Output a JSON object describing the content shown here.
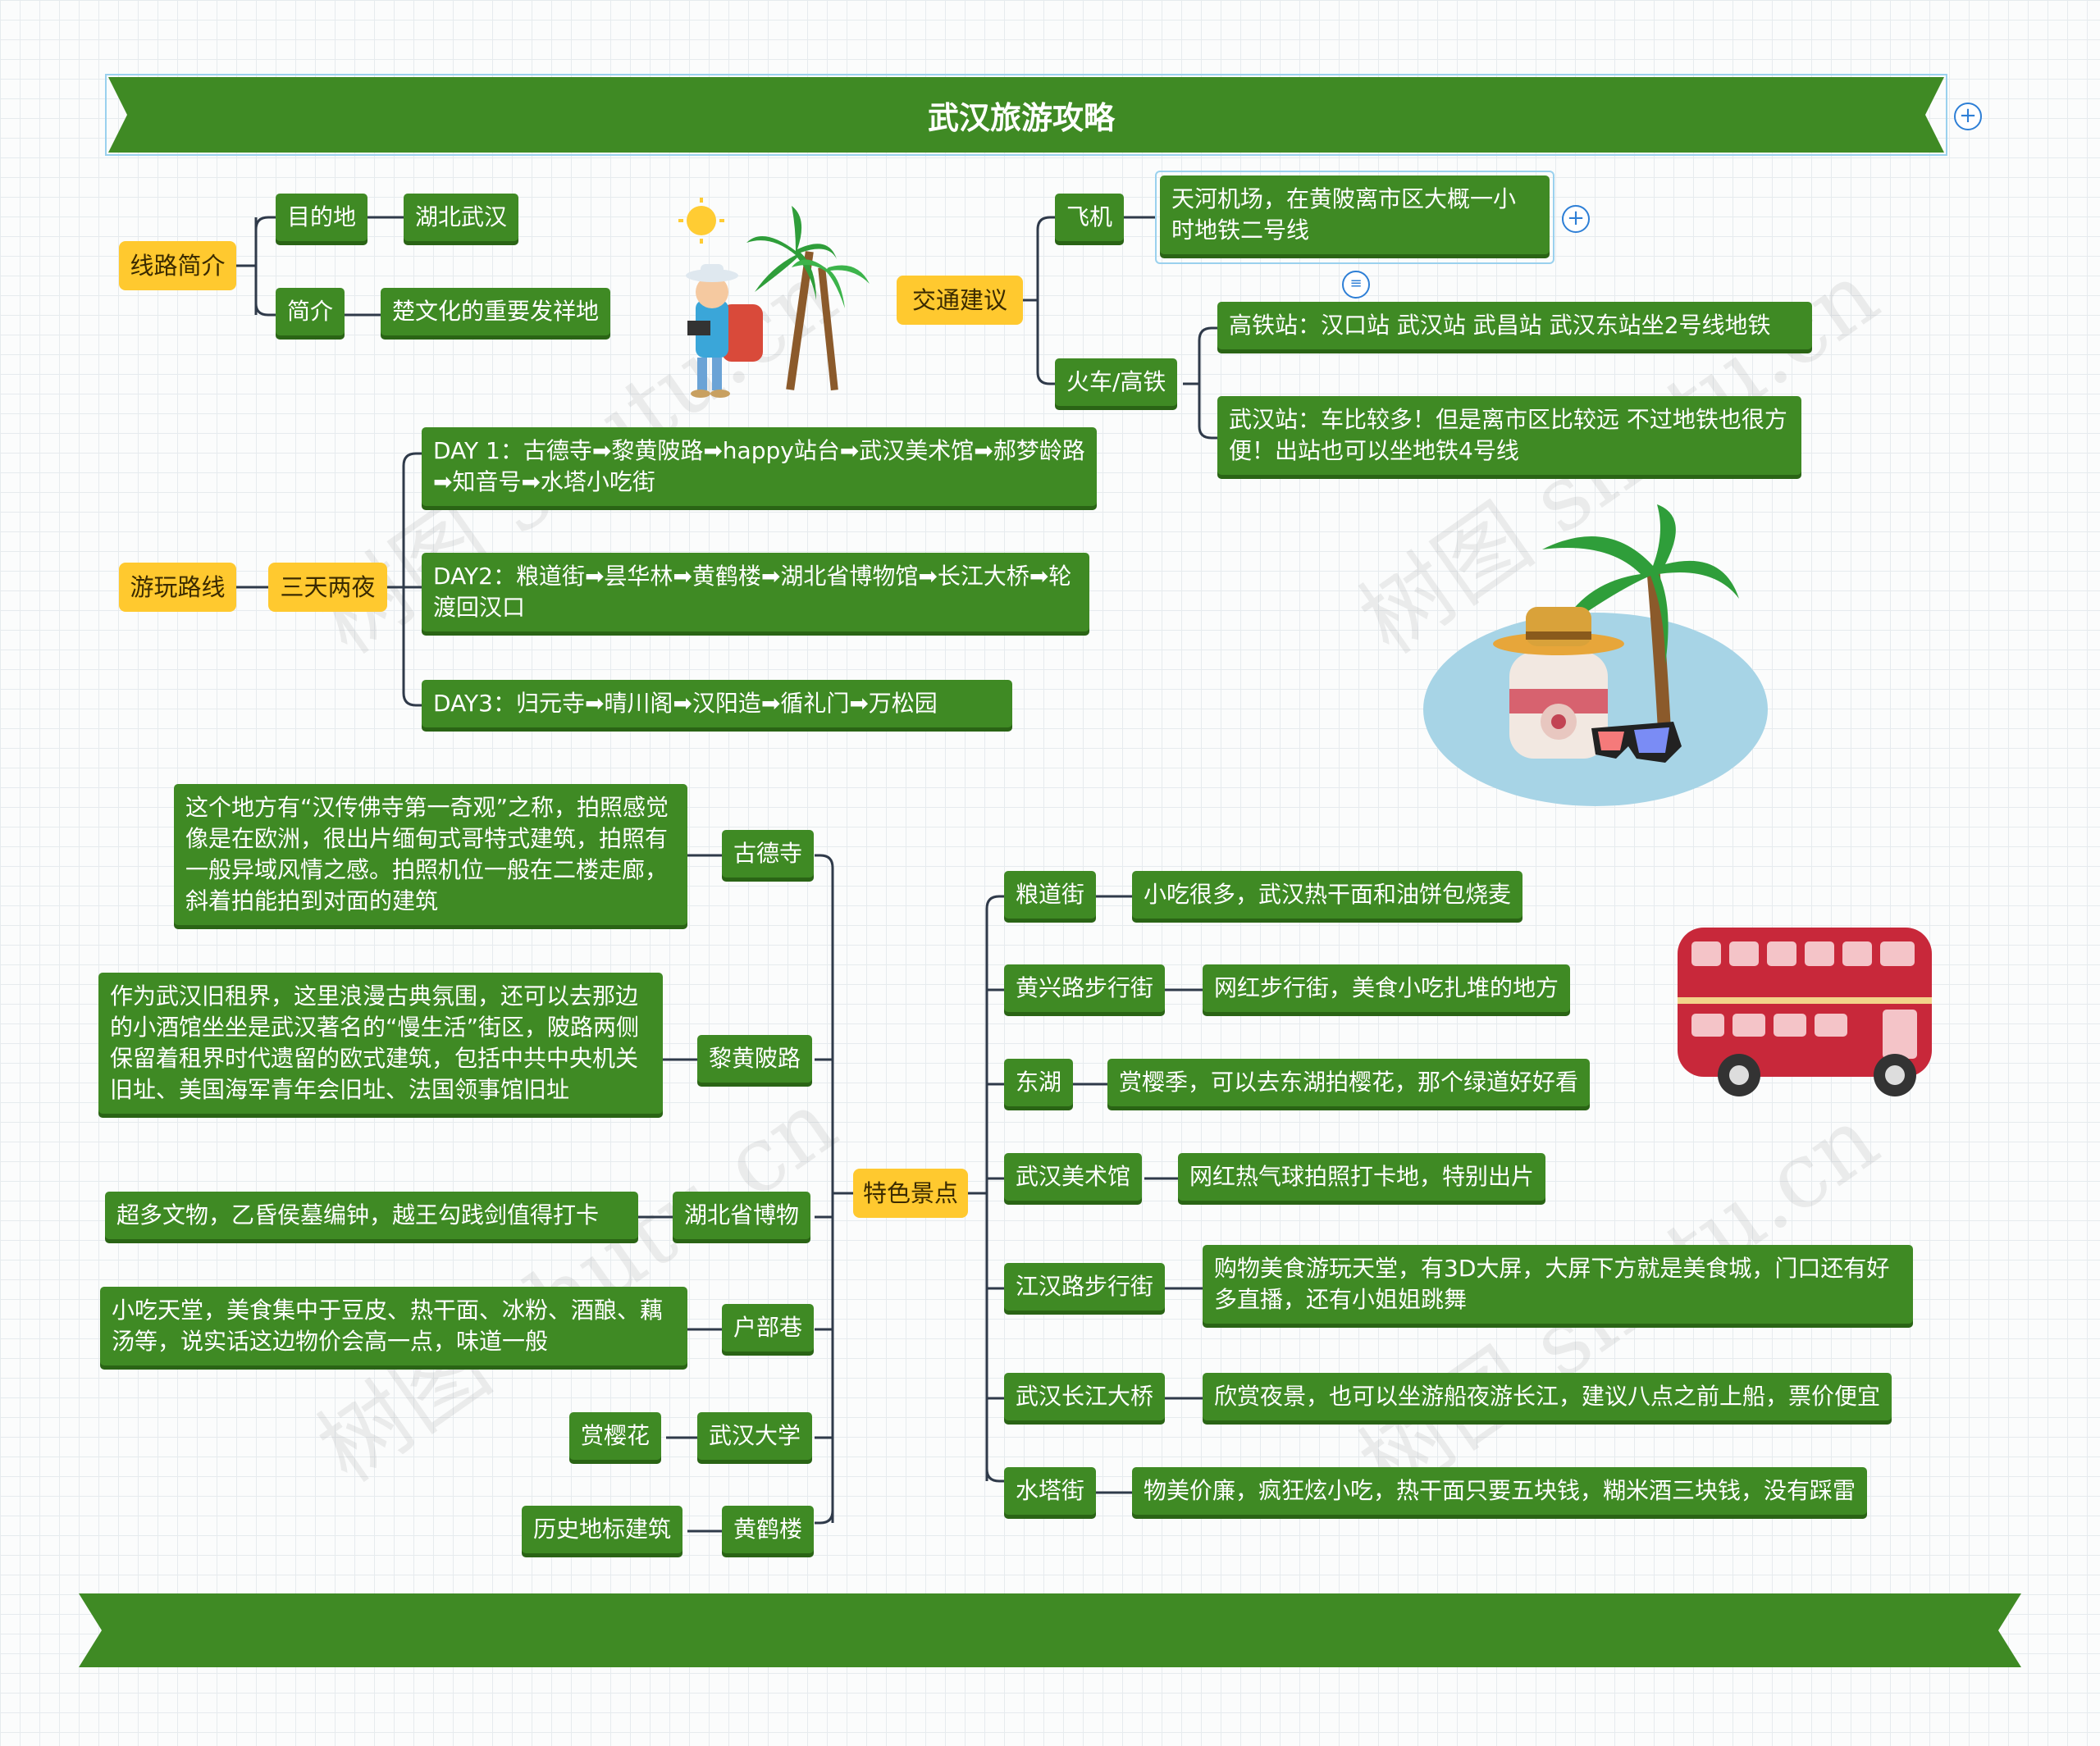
{
  "title": "武汉旅游攻略",
  "watermark_text": "树图 shutu.cn",
  "route_intro": {
    "label": "线路简介",
    "destination": {
      "label": "目的地",
      "value": "湖北武汉"
    },
    "intro": {
      "label": "简介",
      "value": "楚文化的重要发祥地"
    }
  },
  "transport": {
    "label": "交通建议",
    "plane": {
      "label": "飞机",
      "detail": "天河机场，在黄陂离市区大概一小时地铁二号线"
    },
    "train": {
      "label": "火车/高铁",
      "items": [
        "高铁站：汉口站 武汉站 武昌站 武汉东站坐2号线地铁",
        "武汉站：车比较多！但是离市区比较远 不过地铁也很方便！出站也可以坐地铁4号线"
      ]
    }
  },
  "itinerary": {
    "label": "游玩路线",
    "plan": "三天两夜",
    "days": [
      "DAY 1：古德寺➡黎黄陂路➡happy站台➡武汉美术馆➡郝梦龄路➡知音号➡水塔小吃街",
      "DAY2：粮道街➡昙华林➡黄鹤楼➡湖北省博物馆➡长江大桥➡轮渡回汉口",
      "DAY3：归元寺➡晴川阁➡汉阳造➡循礼门➡万松园"
    ]
  },
  "spots": {
    "label": "特色景点",
    "left": [
      {
        "name": "古德寺",
        "desc": "这个地方有“汉传佛寺第一奇观”之称，拍照感觉像是在欧洲，很出片缅甸式哥特式建筑，拍照有一般异域风情之感。拍照机位一般在二楼走廊，斜着拍能拍到对面的建筑"
      },
      {
        "name": "黎黄陂路",
        "desc": "作为武汉旧租界，这里浪漫古典氛围，还可以去那边的小酒馆坐坐是武汉著名的“慢生活”街区，陂路两侧保留着租界时代遗留的欧式建筑，包括中共中央机关旧址、美国海军青年会旧址、法国领事馆旧址"
      },
      {
        "name": "湖北省博物",
        "desc": "超多文物，乙昏侯墓编钟，越王勾践剑值得打卡"
      },
      {
        "name": "户部巷",
        "desc": "小吃天堂，美食集中于豆皮、热干面、冰粉、酒酿、藕汤等，说实话这边物价会高一点，味道一般"
      },
      {
        "name": "武汉大学",
        "desc": "赏樱花"
      },
      {
        "name": "黄鹤楼",
        "desc": "历史地标建筑"
      }
    ],
    "right": [
      {
        "name": "粮道街",
        "desc": "小吃很多，武汉热干面和油饼包烧麦"
      },
      {
        "name": "黄兴路步行街",
        "desc": "网红步行街，美食小吃扎堆的地方"
      },
      {
        "name": "东湖",
        "desc": "赏樱季，可以去东湖拍樱花，那个绿道好好看"
      },
      {
        "name": "武汉美术馆",
        "desc": "网红热气球拍照打卡地，特别出片"
      },
      {
        "name": "江汉路步行街",
        "desc": "购物美食游玩天堂，有3D大屏，大屏下方就是美食城，门口还有好多直播，还有小姐姐跳舞"
      },
      {
        "name": "武汉长江大桥",
        "desc": "欣赏夜景，也可以坐游船夜游长江，建议八点之前上船，票价便宜"
      },
      {
        "name": "水塔街",
        "desc": "物美价廉，疯狂炫小吃，热干面只要五块钱，糊米酒三块钱，没有踩雷"
      }
    ]
  },
  "colors": {
    "node_green": "#3f8a24",
    "node_yellow": "#ffc92f",
    "line": "#2f3a4a"
  },
  "icons": [
    "plus-circle-icon",
    "collapse-icon",
    "tourist-illustration",
    "beach-illustration",
    "double-decker-bus-illustration"
  ]
}
